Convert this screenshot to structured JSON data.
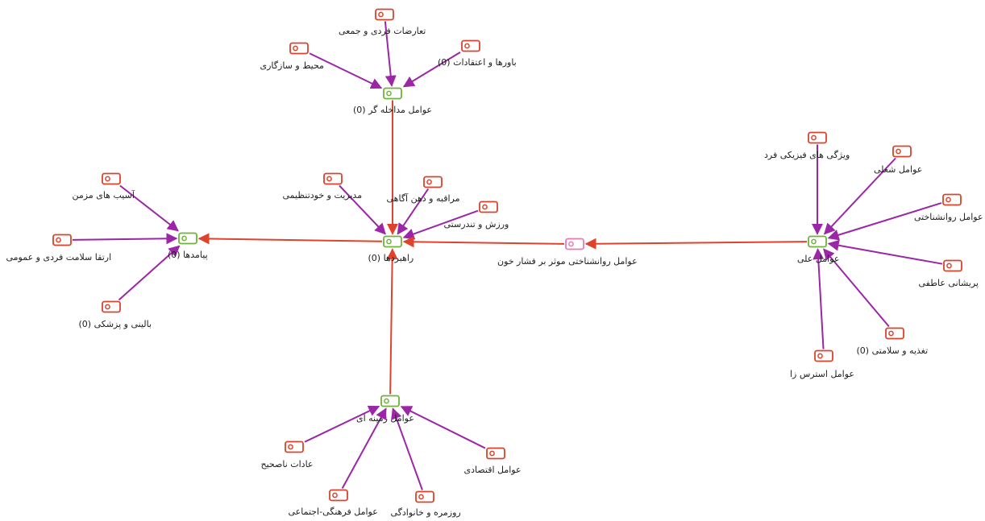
{
  "title": "",
  "colors": {
    "code_stroke": "#d9432b",
    "category_stroke": "#6fb33a",
    "core_stroke": "#e87ab5",
    "link_purple": "#9b26a6",
    "link_red": "#e0432b"
  },
  "icons": {
    "code": "tag-icon",
    "category": "category-tag-icon",
    "core": "core-category-icon"
  },
  "nodes": {
    "consequences": {
      "label": "پیامدها (0)",
      "kind": "category"
    },
    "chronic_harm": {
      "label": "آسیب های مزمن",
      "kind": "code"
    },
    "health_promotion": {
      "label": "ارتقا سلامت فردی و عمومی",
      "kind": "code"
    },
    "clinical": {
      "label": "بالینی و پزشکی (0)",
      "kind": "code"
    },
    "strategies": {
      "label": "راهبردها (0)",
      "kind": "category"
    },
    "self_management": {
      "label": "مدیریت و خودتنظیمی",
      "kind": "code"
    },
    "mindfulness": {
      "label": "مراقبه و ذهن آگاهی",
      "kind": "code"
    },
    "exercise": {
      "label": "ورزش و تندرستی",
      "kind": "code"
    },
    "intervening": {
      "label": "عوامل مداخله گر (0)",
      "kind": "category"
    },
    "conflicts": {
      "label": "تعارضات فردی و جمعی",
      "kind": "code"
    },
    "environment": {
      "label": "محیط و سازگاری",
      "kind": "code"
    },
    "beliefs": {
      "label": "باورها و اعتقادات (0)",
      "kind": "code"
    },
    "core": {
      "label": "عوامل روانشناختی موثر بر فشار خون",
      "kind": "core"
    },
    "causal": {
      "label": "عوامل علی",
      "kind": "category"
    },
    "physical": {
      "label": "ویژگی های فیزیکی فرد",
      "kind": "code"
    },
    "occupational": {
      "label": "عوامل شغلی",
      "kind": "code"
    },
    "psychological": {
      "label": "عوامل روانشناختی",
      "kind": "code"
    },
    "emotional": {
      "label": "پریشانی عاطفی",
      "kind": "code"
    },
    "nutrition": {
      "label": "تغذیه و سلامتی (0)",
      "kind": "code"
    },
    "stressors": {
      "label": "عوامل استرس زا",
      "kind": "code"
    },
    "contextual": {
      "label": "عوامل زمینه ای",
      "kind": "category"
    },
    "bad_habits": {
      "label": "عادات ناصحیح",
      "kind": "code"
    },
    "sociocultural": {
      "label": "عوامل فرهنگی-اجتماعی",
      "kind": "code"
    },
    "daily_family": {
      "label": "روزمره و خانوادگی",
      "kind": "code"
    },
    "economic": {
      "label": "عوامل اقتصادی",
      "kind": "code"
    }
  },
  "links": [
    {
      "from": "chronic_harm",
      "to": "consequences",
      "color": "purple"
    },
    {
      "from": "health_promotion",
      "to": "consequences",
      "color": "purple"
    },
    {
      "from": "clinical",
      "to": "consequences",
      "color": "purple"
    },
    {
      "from": "strategies",
      "to": "consequences",
      "color": "red"
    },
    {
      "from": "self_management",
      "to": "strategies",
      "color": "purple"
    },
    {
      "from": "mindfulness",
      "to": "strategies",
      "color": "purple"
    },
    {
      "from": "exercise",
      "to": "strategies",
      "color": "purple"
    },
    {
      "from": "intervening",
      "to": "strategies",
      "color": "red"
    },
    {
      "from": "contextual",
      "to": "strategies",
      "color": "red"
    },
    {
      "from": "core",
      "to": "strategies",
      "color": "red"
    },
    {
      "from": "conflicts",
      "to": "intervening",
      "color": "purple"
    },
    {
      "from": "environment",
      "to": "intervening",
      "color": "purple"
    },
    {
      "from": "beliefs",
      "to": "intervening",
      "color": "purple"
    },
    {
      "from": "causal",
      "to": "core",
      "color": "red"
    },
    {
      "from": "physical",
      "to": "causal",
      "color": "purple"
    },
    {
      "from": "occupational",
      "to": "causal",
      "color": "purple"
    },
    {
      "from": "psychological",
      "to": "causal",
      "color": "purple"
    },
    {
      "from": "emotional",
      "to": "causal",
      "color": "purple"
    },
    {
      "from": "nutrition",
      "to": "causal",
      "color": "purple"
    },
    {
      "from": "stressors",
      "to": "causal",
      "color": "purple"
    },
    {
      "from": "bad_habits",
      "to": "contextual",
      "color": "purple"
    },
    {
      "from": "sociocultural",
      "to": "contextual",
      "color": "purple"
    },
    {
      "from": "daily_family",
      "to": "contextual",
      "color": "purple"
    },
    {
      "from": "economic",
      "to": "contextual",
      "color": "purple"
    }
  ]
}
